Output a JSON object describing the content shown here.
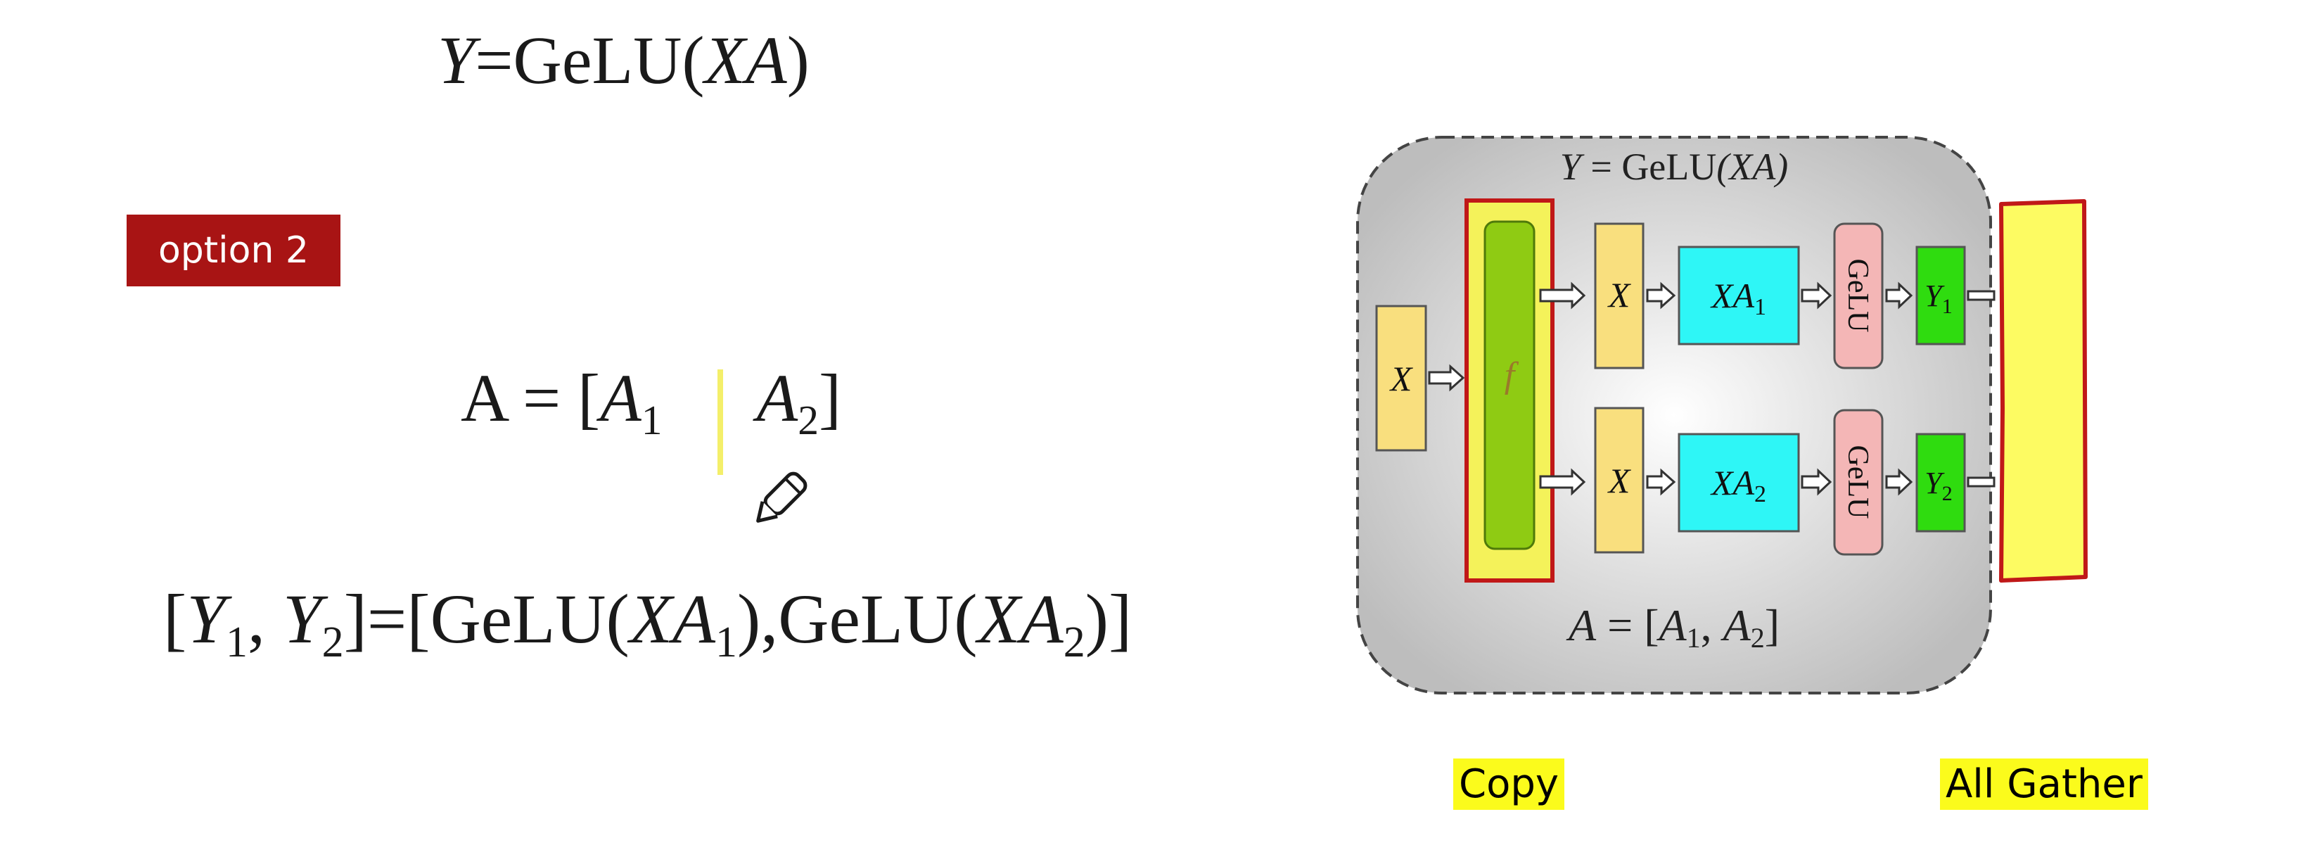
{
  "equations": {
    "top_formula": {
      "lhs": "Y",
      "eq": "=",
      "fn": "GeLU",
      "open": "(",
      "arg": "XA",
      "close": ")"
    },
    "a_split": {
      "lhs": "A",
      "eq": "=",
      "open": "[",
      "part1": "A",
      "sub1": "1",
      "part2": "A",
      "sub2": "2",
      "close": "]"
    },
    "bottom_formula": {
      "lhs_open": "[",
      "y1": "Y",
      "y1_sub": "1",
      "comma": ",",
      "y2": "Y",
      "y2_sub": "2",
      "lhs_close": "]",
      "eq": "=",
      "rhs_open": "[",
      "fn1": "GeLU",
      "p1_open": "(",
      "arg1": "XA",
      "arg1_sub": "1",
      "p1_close": ")",
      "sep": ",",
      "fn2": "GeLU",
      "p2_open": "(",
      "arg2": "XA",
      "arg2_sub": "2",
      "p2_close": ")",
      "rhs_close": "]"
    }
  },
  "badge": {
    "label": "option 2"
  },
  "diagram": {
    "title": {
      "lhs": "Y",
      "eq": " = ",
      "fn": "GeLU",
      "arg": "(XA)"
    },
    "footer": {
      "lhs": "A",
      "eq": " = ",
      "open": "[",
      "a1": "A",
      "a1_sub": "1",
      "comma": ", ",
      "a2": "A",
      "a2_sub": "2",
      "close": "]"
    },
    "input_label": "X",
    "f_label": "f",
    "rows": [
      {
        "x_label": "X",
        "xa_label": "XA",
        "xa_sub": "1",
        "gelu_label": "GeLU",
        "y_label": "Y",
        "y_sub": "1"
      },
      {
        "x_label": "X",
        "xa_label": "XA",
        "xa_sub": "2",
        "gelu_label": "GeLU",
        "y_label": "Y",
        "y_sub": "2"
      }
    ]
  },
  "labels": {
    "copy": "Copy",
    "all_gather": "All Gather"
  },
  "colors": {
    "badge_bg": "#a81414",
    "highlight": "#fbfb1c",
    "x_box": "#f9df7e",
    "f_box": "#8fcb13",
    "xa_box": "#2ef6f6",
    "gelu_box": "#f4b6b6",
    "y_box": "#2fdc0f",
    "outline_red": "#c01818"
  },
  "icons": [
    "pencil-icon"
  ]
}
